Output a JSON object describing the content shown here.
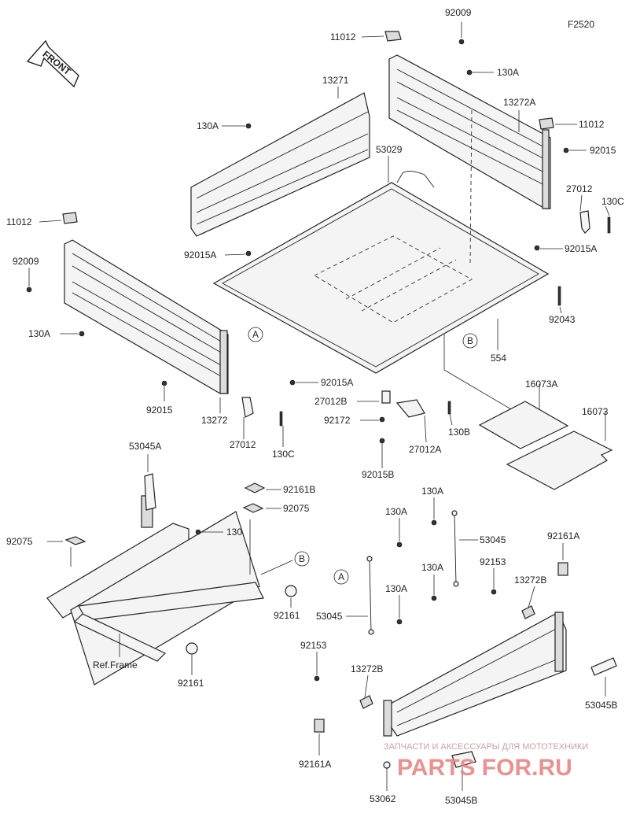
{
  "figure_code": "F2520",
  "front_arrow": "FRONT",
  "callouts": [
    "A",
    "B"
  ],
  "labels": {
    "l_92009_top": "92009",
    "l_11012_top": "11012",
    "l_130A_top": "130A",
    "l_13271": "13271",
    "l_13272A": "13272A",
    "l_130A_left": "130A",
    "l_11012_right": "11012",
    "l_92015_right": "92015",
    "l_53029": "53029",
    "l_27012_right": "27012",
    "l_130C_right": "130C",
    "l_11012_left": "11012",
    "l_92015A_left": "92015A",
    "l_92015A_right": "92015A",
    "l_92009_left": "92009",
    "l_92043": "92043",
    "l_130A_side": "130A",
    "l_554": "554",
    "l_92015A_bottom": "92015A",
    "l_16073A": "16073A",
    "l_16073": "16073",
    "l_92015": "92015",
    "l_13272": "13272",
    "l_27012B": "27012B",
    "l_92172": "92172",
    "l_27012": "27012",
    "l_130C": "130C",
    "l_27012A": "27012A",
    "l_130B": "130B",
    "l_92015B": "92015B",
    "l_53045A": "53045A",
    "l_92161B": "92161B",
    "l_92075_right": "92075",
    "l_92075_left": "92075",
    "l_130": "130",
    "l_130A_a": "130A",
    "l_130A_b": "130A",
    "l_53045": "53045",
    "l_92161A_right": "92161A",
    "l_92161_right": "92161",
    "l_130A_c": "130A",
    "l_92153_right": "92153",
    "l_13272B_right": "13272B",
    "l_130A_d": "130A",
    "l_53045_left": "53045",
    "l_ref_frame": "Ref.Frame",
    "l_92161_bottom": "92161",
    "l_92153_left": "92153",
    "l_13272B_left": "13272B",
    "l_53045B_right": "53045B",
    "l_92161A_left": "92161A",
    "l_53062": "53062",
    "l_53045B_bottom": "53045B"
  },
  "watermark": {
    "line1": "ЗАПЧАСТИ И АКСЕССУАРЫ ДЛЯ МОТОТЕХНИКИ",
    "line2": "PARTS FOR.RU"
  }
}
